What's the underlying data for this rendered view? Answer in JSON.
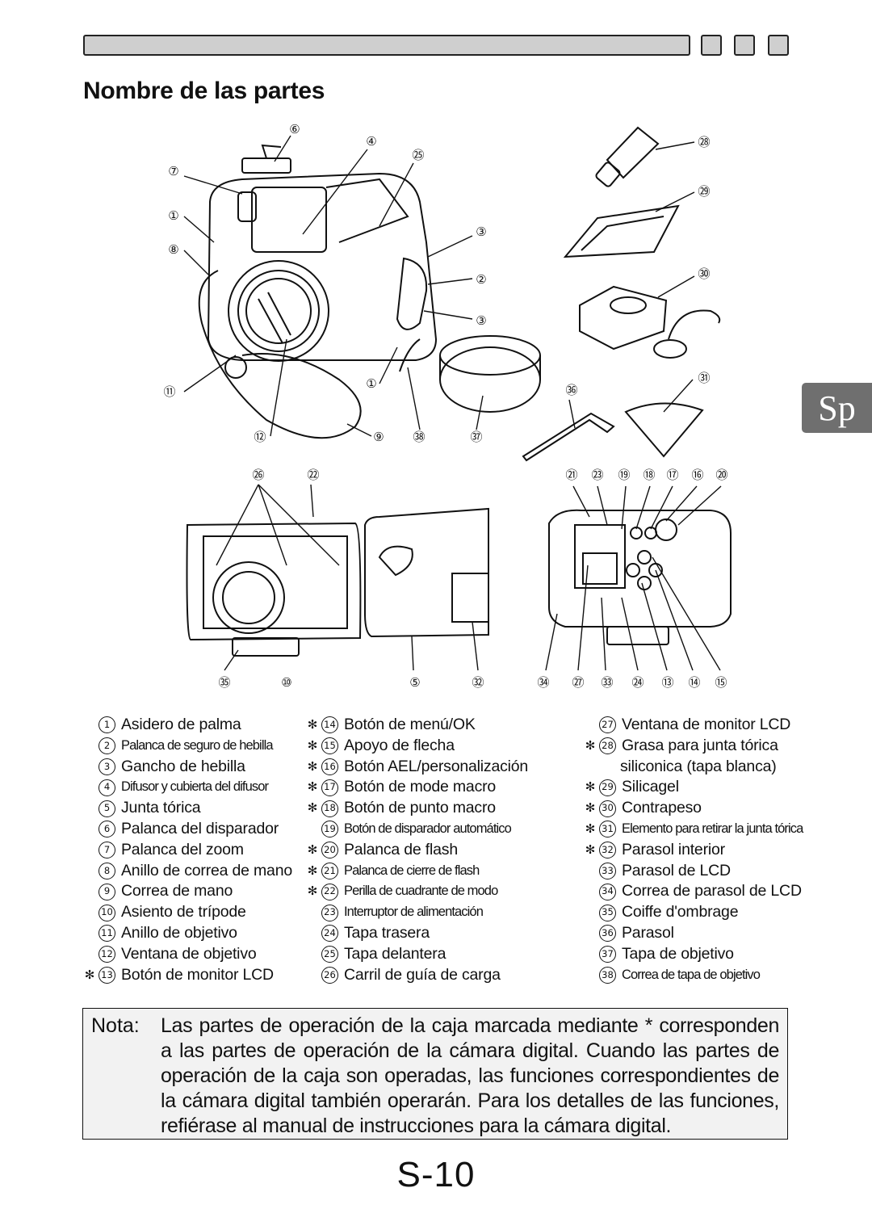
{
  "title": "Nombre de las partes",
  "side_tab": "Sp",
  "figure_callouts": {
    "top_left": [
      "⑥",
      "④",
      "㉕",
      "⑦",
      "①",
      "⑧",
      "③",
      "②",
      "③",
      "⑪",
      "①",
      "⑫",
      "⑨",
      "㊳",
      "㊲"
    ],
    "top_right": [
      "㉘",
      "㉙",
      "㉚",
      "㉛",
      "㊱"
    ],
    "mid_top_left": [
      "㉖",
      "㉒"
    ],
    "mid_top_right": [
      "㉑",
      "㉓",
      "⑲",
      "⑱",
      "⑰",
      "⑯",
      "⑳"
    ],
    "mid_bottom_left": [
      "㉟",
      "⑩",
      "⑤",
      "㉜"
    ],
    "mid_bottom_right": [
      "㉞",
      "㉗",
      "㉝",
      "㉔",
      "⑬",
      "⑭",
      "⑮"
    ]
  },
  "legend": {
    "col1": [
      {
        "n": "1",
        "ast": "",
        "label": "Asidero de palma"
      },
      {
        "n": "2",
        "ast": "",
        "label": "Palanca de seguro de hebilla"
      },
      {
        "n": "3",
        "ast": "",
        "label": "Gancho de hebilla"
      },
      {
        "n": "4",
        "ast": "",
        "label": "Difusor y cubierta del difusor"
      },
      {
        "n": "5",
        "ast": "",
        "label": "Junta tórica"
      },
      {
        "n": "6",
        "ast": "",
        "label": "Palanca del disparador"
      },
      {
        "n": "7",
        "ast": "",
        "label": "Palanca del zoom"
      },
      {
        "n": "8",
        "ast": "",
        "label": "Anillo de correa de mano"
      },
      {
        "n": "9",
        "ast": "",
        "label": "Correa de mano"
      },
      {
        "n": "10",
        "ast": "",
        "label": "Asiento de trípode"
      },
      {
        "n": "11",
        "ast": "",
        "label": "Anillo de objetivo"
      },
      {
        "n": "12",
        "ast": "",
        "label": "Ventana de objetivo"
      },
      {
        "n": "13",
        "ast": "✻",
        "label": "Botón de monitor LCD"
      }
    ],
    "col2": [
      {
        "n": "14",
        "ast": "✻",
        "label": "Botón de menú/OK"
      },
      {
        "n": "15",
        "ast": "✻",
        "label": "Apoyo de flecha"
      },
      {
        "n": "16",
        "ast": "✻",
        "label": "Botón AEL/personalización"
      },
      {
        "n": "17",
        "ast": "✻",
        "label": "Botón de mode macro"
      },
      {
        "n": "18",
        "ast": "✻",
        "label": "Botón de punto macro"
      },
      {
        "n": "19",
        "ast": "",
        "label": "Botón de disparador automático"
      },
      {
        "n": "20",
        "ast": "✻",
        "label": "Palanca de flash"
      },
      {
        "n": "21",
        "ast": "✻",
        "label": "Palanca de cierre de flash"
      },
      {
        "n": "22",
        "ast": "✻",
        "label": "Perilla de cuadrante de modo"
      },
      {
        "n": "23",
        "ast": "",
        "label": "Interruptor de alimentación"
      },
      {
        "n": "24",
        "ast": "",
        "label": "Tapa trasera"
      },
      {
        "n": "25",
        "ast": "",
        "label": "Tapa delantera"
      },
      {
        "n": "26",
        "ast": "",
        "label": "Carril de guía de carga"
      }
    ],
    "col3": [
      {
        "n": "27",
        "ast": "",
        "label": "Ventana de monitor LCD"
      },
      {
        "n": "28",
        "ast": "✻",
        "label": "Grasa para junta tórica"
      },
      {
        "n": "",
        "ast": "",
        "label": "siliconica (tapa blanca)"
      },
      {
        "n": "29",
        "ast": "✻",
        "label": "Silicagel"
      },
      {
        "n": "30",
        "ast": "✻",
        "label": "Contrapeso"
      },
      {
        "n": "31",
        "ast": "✻",
        "label": "Elemento para retirar la junta tórica"
      },
      {
        "n": "32",
        "ast": "✻",
        "label": "Parasol interior"
      },
      {
        "n": "33",
        "ast": "",
        "label": "Parasol de LCD"
      },
      {
        "n": "34",
        "ast": "",
        "label": "Correa de parasol de LCD"
      },
      {
        "n": "35",
        "ast": "",
        "label": "Coiffe d'ombrage"
      },
      {
        "n": "36",
        "ast": "",
        "label": "Parasol"
      },
      {
        "n": "37",
        "ast": "",
        "label": "Tapa de objetivo"
      },
      {
        "n": "38",
        "ast": "",
        "label": "Correa de tapa de objetivo"
      }
    ]
  },
  "note": {
    "key": "Nota:",
    "text": "Las partes de operación de la caja marcada mediante * corresponden a las partes de operación de la cámara digital. Cuando las partes de operación de la caja son operadas, las funciones correspondientes de la cámara digital también operarán. Para los detalles de las funciones, refiérase al manual de instrucciones para la cámara digital."
  },
  "page_number": "S-10"
}
